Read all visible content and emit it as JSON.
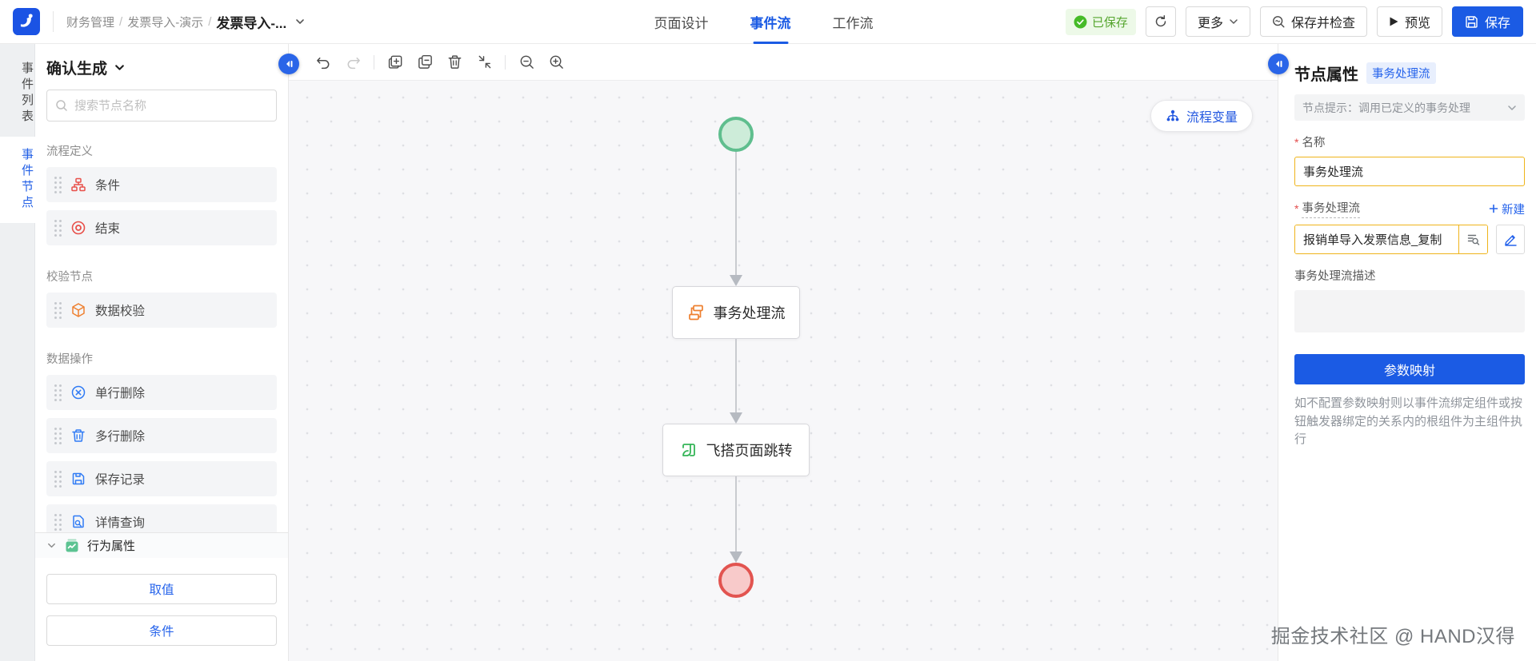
{
  "header": {
    "breadcrumb": {
      "part1": "财务管理",
      "part2": "发票导入-演示",
      "current": "发票导入-..."
    },
    "tabs": [
      {
        "label": "页面设计"
      },
      {
        "label": "事件流"
      },
      {
        "label": "工作流"
      }
    ],
    "saved_badge": "已保存",
    "more_label": "更多",
    "save_check_label": "保存并检查",
    "preview_label": "预览",
    "save_label": "保存"
  },
  "rail": {
    "items": [
      {
        "label": "事件列表"
      },
      {
        "label": "事件节点"
      }
    ]
  },
  "sidebar": {
    "title": "确认生成",
    "search_placeholder": "搜索节点名称",
    "sections": [
      {
        "label": "流程定义",
        "items": [
          {
            "name": "条件"
          },
          {
            "name": "结束"
          }
        ]
      },
      {
        "label": "校验节点",
        "items": [
          {
            "name": "数据校验"
          }
        ]
      },
      {
        "label": "数据操作",
        "items": [
          {
            "name": "单行删除"
          },
          {
            "name": "多行删除"
          },
          {
            "name": "保存记录"
          },
          {
            "name": "详情查询"
          }
        ]
      }
    ],
    "behavior_panel_label": "行为属性",
    "value_button": "取值",
    "condition_button": "条件"
  },
  "canvas": {
    "variables_button": "流程变量",
    "node1_label": "事务处理流",
    "node2_label": "飞搭页面跳转"
  },
  "inspector": {
    "title": "节点属性",
    "tag": "事务处理流",
    "hint_text": "节点提示：调用已定义的事务处理",
    "name_label": "名称",
    "name_value": "事务处理流",
    "flow_label": "事务处理流",
    "new_link": "新建",
    "flow_value": "报销单导入发票信息_复制",
    "desc_label": "事务处理流描述",
    "desc_value": "",
    "param_button": "参数映射",
    "help_text": "如不配置参数映射则以事件流绑定组件或按钮触发器绑定的关系内的根组件为主组件执行"
  },
  "watermark": "掘金技术社区 @ HAND汉得",
  "icons": {
    "logo-icon": "feida-logo",
    "chevron-down-icon": "∨",
    "check-circle-icon": "✓",
    "refresh-icon": "⟳",
    "search-check-icon": "⌕✓",
    "play-icon": "▶",
    "floppy-icon": "💾",
    "search-icon": "⌕",
    "condition-icon": "org-tree",
    "end-icon": "◎",
    "cube-icon": "▣",
    "circle-x-icon": "⊗",
    "trash-icon": "🗑",
    "save-doc-icon": "▤",
    "doc-search-icon": "▤⌕",
    "behavior-icon": "chart-box",
    "undo-icon": "↶",
    "redo-icon": "↷",
    "add-node-icon": "⊞",
    "copy-icon": "⧉",
    "fit-screen-icon": "⤡",
    "zoom-out-icon": "⊖",
    "zoom-in-icon": "⊕",
    "collapse-panel-icon": "◀❙",
    "subprocess-icon": "stacked-rects",
    "page-jump-icon": "feida-page",
    "variables-icon": "share-nodes",
    "list-search-icon": "☰⌕",
    "pencil-icon": "✎",
    "plus-icon": "+"
  },
  "colors": {
    "primary_blue": "#1b5be4",
    "accent_blue": "#2563eb",
    "warning_border": "#efb41a",
    "success_green": "#52c41a",
    "icon_red": "#e8504a",
    "icon_orange": "#ee8030",
    "icon_blue": "#2f7bf5",
    "start_node_border": "#5fbe8e",
    "start_node_fill": "#cdecd9",
    "end_node_border": "#e25450",
    "end_node_fill": "#f8caca"
  }
}
